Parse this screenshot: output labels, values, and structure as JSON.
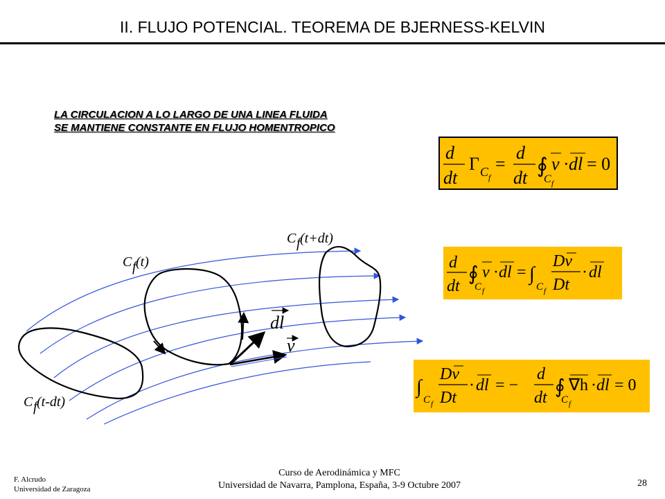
{
  "slide": {
    "title": "II. FLUJO POTENCIAL. TEOREMA DE BJERNESS-KELVIN",
    "subtitle_line1": "LA CIRCULACION A LO LARGO DE UNA LINEA FLUIDA",
    "subtitle_line2": "SE MANTIENE CONSTANTE EN FLUJO HOMENTROPICO"
  },
  "diagram": {
    "label_t": "C",
    "label_t_sub": "f",
    "label_t_arg": "(t)",
    "label_tdt": "C",
    "label_tdt_sub": "f",
    "label_tdt_arg": "(t+dt)",
    "label_tmdt": "C",
    "label_tmdt_sub": "f",
    "label_tmdt_arg": "(t-dt)",
    "vector_dl": "dl",
    "vector_v": "v",
    "streamline_color": "#3355dd"
  },
  "equations": {
    "box_color": "#ffc000",
    "eq1": {
      "d": "d",
      "dt": "dt",
      "gamma": "Γ",
      "c": "C",
      "f": "f",
      "eq": "=",
      "integral": "∮",
      "v": "v",
      "dot": "·",
      "dl": "dl",
      "rhs": "= 0"
    },
    "eq2": {
      "d": "d",
      "dt": "dt",
      "integral": "∮",
      "integral_open": "∫",
      "c": "C",
      "f": "f",
      "v": "v",
      "dot": "·",
      "dl": "dl",
      "eq": "=",
      "Dv": "Dv",
      "Dt": "Dt"
    },
    "eq3": {
      "integral_open": "∫",
      "integral": "∮",
      "c": "C",
      "f": "f",
      "Dv": "Dv",
      "Dt": "Dt",
      "dot": "·",
      "dl": "dl",
      "eq": "= −",
      "d": "d",
      "dt": "dt",
      "nabla_h": "∇h",
      "rhs": "= 0"
    }
  },
  "footer": {
    "author": "F. Alcrudo",
    "affiliation": "Universidad de Zaragoza",
    "course": "Curso de Aerodinámica y MFC",
    "venue": "Universidad de Navarra, Pamplona, España, 3-9 Octubre 2007",
    "page_number": "28"
  }
}
